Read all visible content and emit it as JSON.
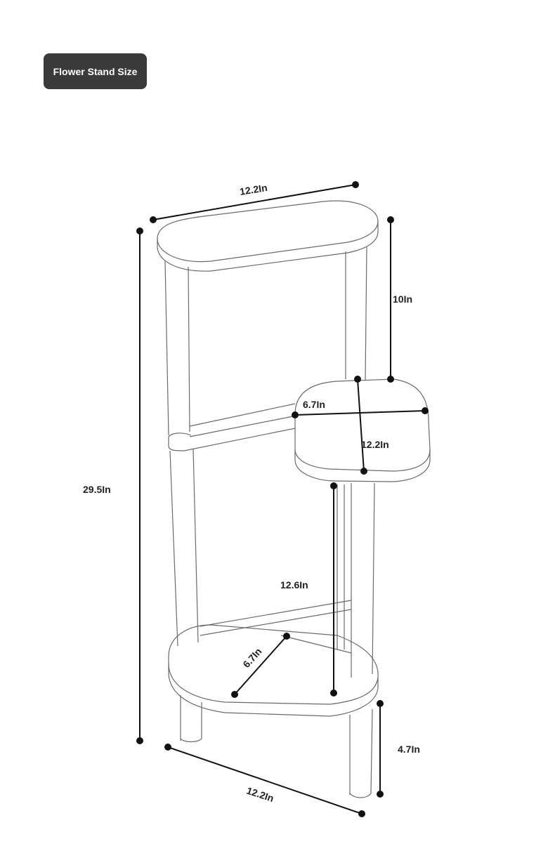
{
  "title": "Flower Stand Size",
  "dimensions": {
    "top_width": "12.2In",
    "upper_gap": "10In",
    "middle_depth": "6.7In",
    "middle_width": "12.2In",
    "total_height": "29.5In",
    "lower_gap": "12.6In",
    "bottom_depth": "6.7In",
    "leg_height": "4.7In",
    "bottom_width": "12.2In"
  }
}
